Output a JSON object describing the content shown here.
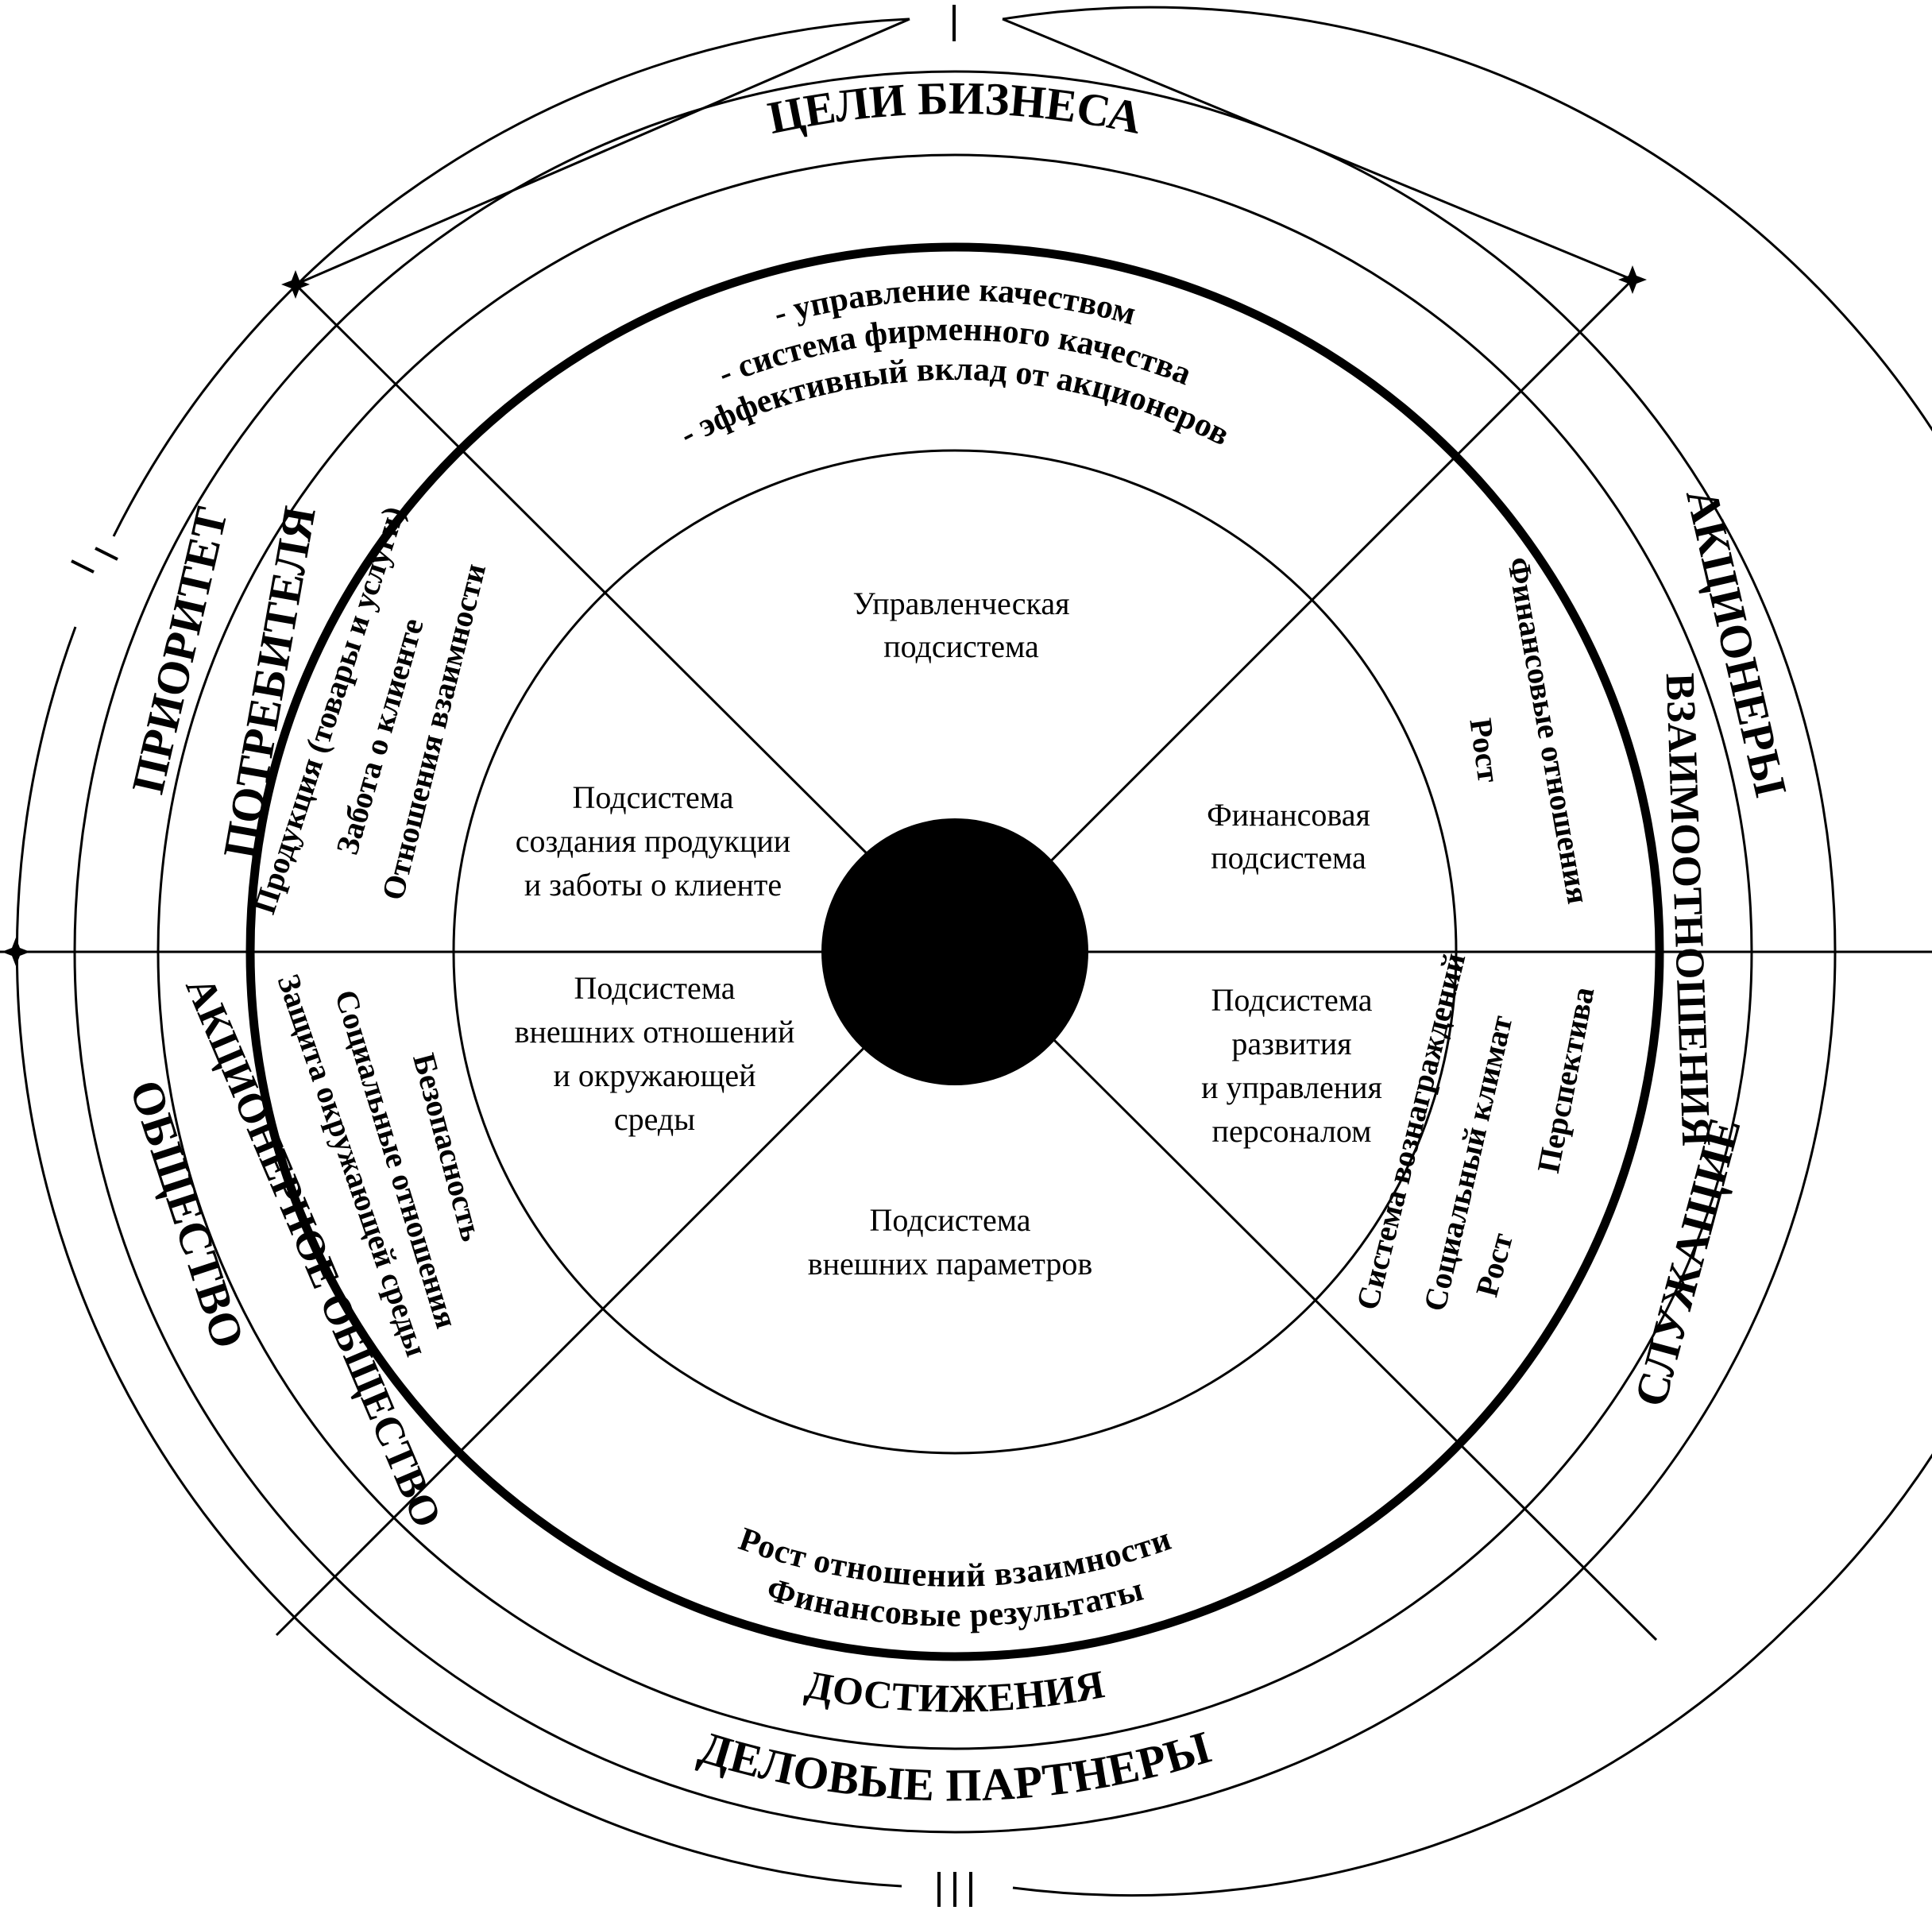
{
  "outer_ring": {
    "top": "ЦЕЛИ БИЗНЕСА",
    "left_outer": "ПРИОРИТЕТ",
    "left_inner": "ПОТРЕБИТЕЛЯ",
    "right_outer": "АКЦИОНЕРЫ",
    "right_inner": "ВЗАИМООТНОШЕНИЯ",
    "right_lower": "СЛУЖАЩИЕ",
    "left_lower_outer": "ОБЩЕСТВО",
    "left_lower_inner": "АКЦИОНЕРНОЕ ОБЩЕСТВО",
    "bottom_inner": "ДОСТИЖЕНИЯ",
    "bottom_outer": "ДЕЛОВЫЕ ПАРТНЕРЫ"
  },
  "roman_marks": {
    "top": "I",
    "left": "II",
    "bottom": "III"
  },
  "middle_ring": {
    "top": [
      "- управление качеством",
      "- система фирменного качества",
      "- эффективный вклад от акционеров"
    ],
    "left": [
      "Продукция (товары и услуги)",
      "Забота о клиенте",
      "Отношения взаимности"
    ],
    "right": [
      "Финансовые отношения",
      "Рост"
    ],
    "left_lower": [
      "Безопасность",
      "Социальные отношения",
      "Защита окружающей среды"
    ],
    "right_lower": [
      "Система вознаграждений",
      "Социальный климат",
      "Перспектива",
      "Рост"
    ],
    "bottom": [
      "Финансовые результаты",
      "Рост отношений взаимности"
    ]
  },
  "inner_sectors": {
    "top": [
      "Управленческая",
      "подсистема"
    ],
    "left": [
      "Подсистема",
      "создания продукции",
      "и заботы о клиенте"
    ],
    "right": [
      "Финансовая",
      "подсистема"
    ],
    "left_lower": [
      "Подсистема",
      "внешних отношений",
      "и окружающей",
      "среды"
    ],
    "right_lower": [
      "Подсистема",
      "развития",
      "и управления",
      "персоналом"
    ],
    "bottom": [
      "Подсистема",
      "внешних параметров"
    ]
  }
}
